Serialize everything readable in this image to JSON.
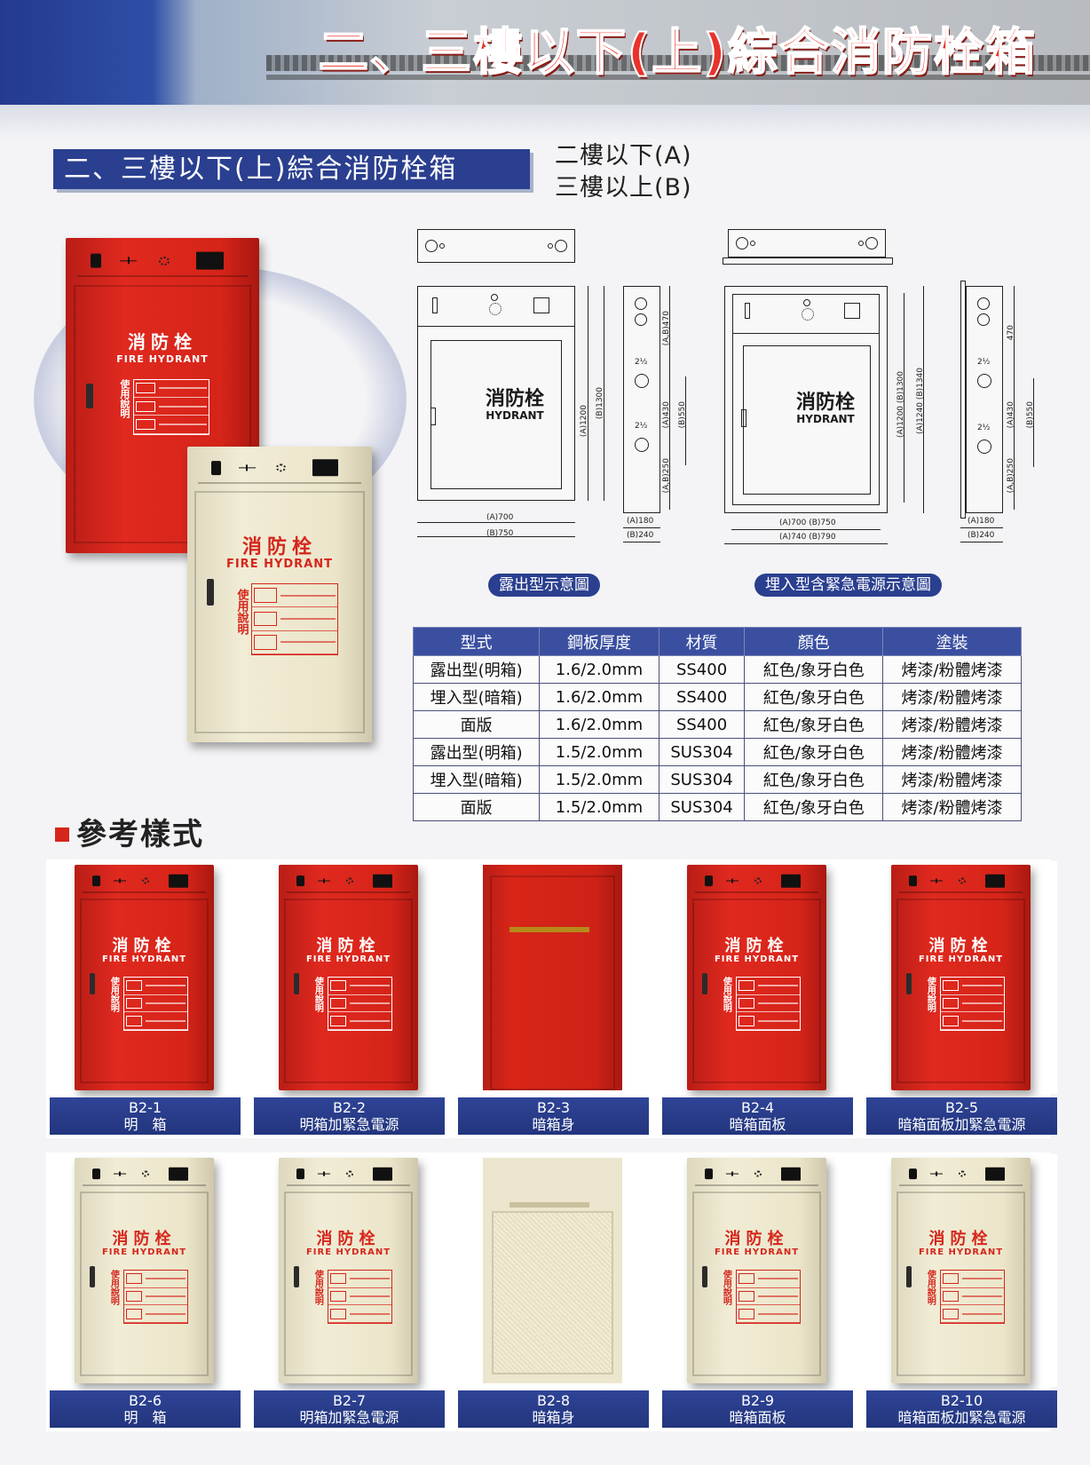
{
  "header": {
    "title": "二、三樓以下(上)綜合消防栓箱"
  },
  "section": {
    "heading": "二、三樓以下(上)綜合消防栓箱",
    "sub_a": "二樓以下(A)",
    "sub_b": "三樓以上(B)"
  },
  "plate": {
    "cn": "消防栓",
    "en": "FIRE HYDRANT",
    "instructions": "使用說明",
    "drawing_cn": "消防栓",
    "drawing_en": "HYDRANT"
  },
  "drawings": {
    "exposed": {
      "caption": "露出型示意圖",
      "h_a": "(A)1200",
      "h_b": "(B)1300",
      "w_a": "(A)700",
      "w_b": "(B)750",
      "side_top": "(A,B)470",
      "side_mid_a": "(A)430",
      "side_mid_b": "(B)550",
      "side_bot": "(A,B)250",
      "depth_a": "(A)180",
      "depth_b": "(B)240",
      "frac": "2½"
    },
    "embedded": {
      "caption": "埋入型含緊急電源示意圖",
      "h_a": "(A)1200 (B)1300",
      "h_b": "(A)1240 (B)1340",
      "w_1": "(A)700  (B)750",
      "w_2": "(A)740  (B)790",
      "side_top": "470",
      "side_mid_a": "(A)430",
      "side_mid_b": "(B)550",
      "side_bot": "(A,B)250",
      "depth_a": "(A)180",
      "depth_b": "(B)240",
      "frac": "2½"
    }
  },
  "spec_table": {
    "headers": [
      "型式",
      "鋼板厚度",
      "材質",
      "顏色",
      "塗裝"
    ],
    "rows": [
      [
        "露出型(明箱)",
        "1.6/2.0mm",
        "SS400",
        "紅色/象牙白色",
        "烤漆/粉體烤漆"
      ],
      [
        "埋入型(暗箱)",
        "1.6/2.0mm",
        "SS400",
        "紅色/象牙白色",
        "烤漆/粉體烤漆"
      ],
      [
        "面版",
        "1.6/2.0mm",
        "SS400",
        "紅色/象牙白色",
        "烤漆/粉體烤漆"
      ],
      [
        "露出型(明箱)",
        "1.5/2.0mm",
        "SUS304",
        "紅色/象牙白色",
        "烤漆/粉體烤漆"
      ],
      [
        "埋入型(暗箱)",
        "1.5/2.0mm",
        "SUS304",
        "紅色/象牙白色",
        "烤漆/粉體烤漆"
      ],
      [
        "面版",
        "1.5/2.0mm",
        "SUS304",
        "紅色/象牙白色",
        "烤漆/粉體烤漆"
      ]
    ]
  },
  "reference": {
    "heading": "參考樣式",
    "items": [
      {
        "code": "B2-1",
        "name": "明　箱"
      },
      {
        "code": "B2-2",
        "name": "明箱加緊急電源"
      },
      {
        "code": "B2-3",
        "name": "暗箱身"
      },
      {
        "code": "B2-4",
        "name": "暗箱面板"
      },
      {
        "code": "B2-5",
        "name": "暗箱面板加緊急電源"
      },
      {
        "code": "B2-6",
        "name": "明　箱"
      },
      {
        "code": "B2-7",
        "name": "明箱加緊急電源"
      },
      {
        "code": "B2-8",
        "name": "暗箱身"
      },
      {
        "code": "B2-9",
        "name": "暗箱面板"
      },
      {
        "code": "B2-10",
        "name": "暗箱面板加緊急電源"
      }
    ]
  },
  "colors": {
    "brand_blue": "#2a3f8f",
    "hydrant_red": "#d62419",
    "ivory": "#efe9d0"
  }
}
